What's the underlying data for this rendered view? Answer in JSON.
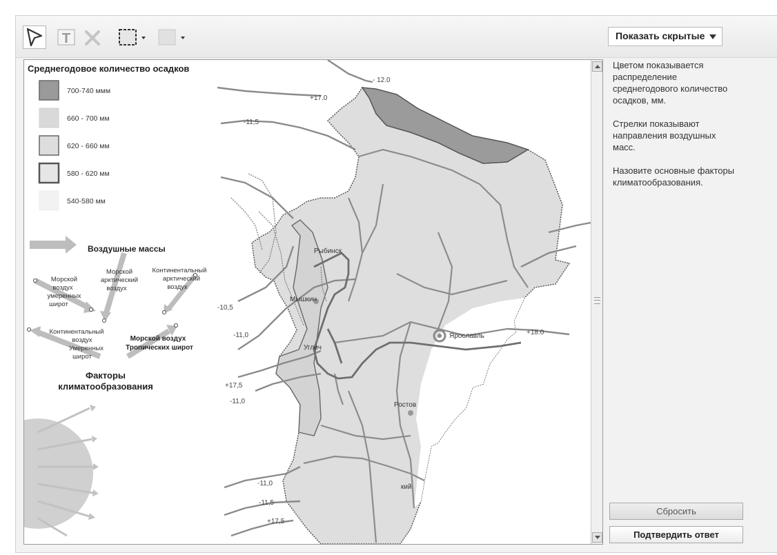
{
  "toolbar": {
    "tools": [
      "select-arrow-icon",
      "text-tool-icon",
      "delete-x-icon",
      "border-style-icon",
      "fill-color-icon"
    ],
    "show_hidden": "Показать скрытые"
  },
  "map": {
    "title": "Среднегодовое количество осадков",
    "legend": [
      {
        "label": "700-740 ммм",
        "color": "#9a9a9a"
      },
      {
        "label": "660 - 700 мм",
        "color": "#d9d9d9"
      },
      {
        "label": "620 - 660 мм",
        "color": "#dddddd"
      },
      {
        "label": "580 - 620 мм",
        "color": "#e6e6e6"
      },
      {
        "label": "540-580 мм",
        "color": "#f2f2f2"
      }
    ],
    "air_masses_title": "Воздушные массы",
    "air_masses": {
      "sea_temperate": [
        "Морской",
        "воздух",
        "умеренных",
        "широт"
      ],
      "sea_arctic": [
        "Морской",
        "арктический",
        "воздух"
      ],
      "continental_arctic": [
        "Континентальный",
        "арктический",
        "воздух"
      ],
      "continental_temperate": [
        "Континентальный",
        "воздух",
        "Умеренных",
        "широт"
      ],
      "sea_tropical": [
        "Морской воздух",
        "Тропических широт"
      ]
    },
    "factors_title": [
      "Факторы",
      "климатообразования"
    ],
    "isotherms": {
      "t1": "- 12.0",
      "t2": "+17.0",
      "t3": "-11,5",
      "t4": "-10,5",
      "t5": "-11,0",
      "t6": "+17,5",
      "t7": "-11,0",
      "t8": "+18.0",
      "t9": "-11,0",
      "t10": "-11,5",
      "t11": "+17,5"
    },
    "cities": {
      "rybinsk": "Рыбинск",
      "myshkin": "Мышкин",
      "uglich": "Углич",
      "yaroslavl": "Ярославль",
      "rostov": "Ростов",
      "pereslavl": "кий"
    }
  },
  "side_panel": {
    "paragraphs": [
      "Цветом показывается распределение среднегодового количество осадков, мм.",
      "Стрелки показывают направления воздушных масс.",
      "Назовите основные факторы климатообразования."
    ]
  },
  "buttons": {
    "reset": "Сбросить",
    "confirm": "Подтвердить ответ"
  }
}
